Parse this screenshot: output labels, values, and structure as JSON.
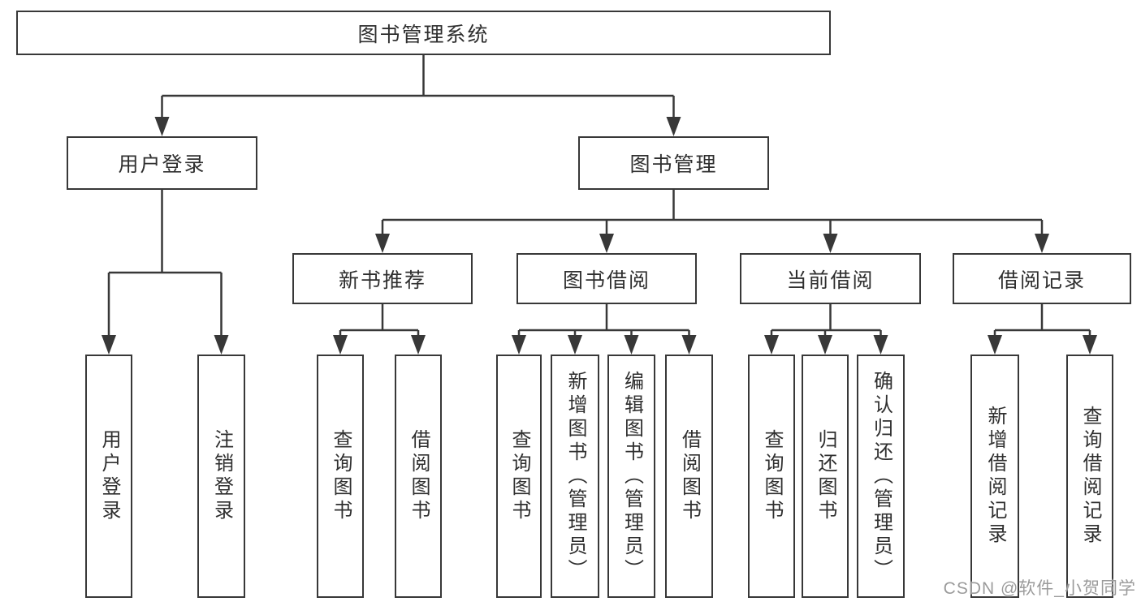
{
  "diagram": {
    "type": "org-tree",
    "root": {
      "label": "图书管理系统",
      "children": [
        {
          "label": "用户登录",
          "children": [
            {
              "label": "用户登录"
            },
            {
              "label": "注销登录"
            }
          ]
        },
        {
          "label": "图书管理",
          "children": [
            {
              "label": "新书推荐",
              "children": [
                {
                  "label": "查询图书"
                },
                {
                  "label": "借阅图书"
                }
              ]
            },
            {
              "label": "图书借阅",
              "children": [
                {
                  "label": "查询图书"
                },
                {
                  "label": "新增图书（管理员）"
                },
                {
                  "label": "编辑图书（管理员）"
                },
                {
                  "label": "借阅图书"
                }
              ]
            },
            {
              "label": "当前借阅",
              "children": [
                {
                  "label": "查询图书"
                },
                {
                  "label": "归还图书"
                },
                {
                  "label": "确认归还（管理员）"
                }
              ]
            },
            {
              "label": "借阅记录",
              "children": [
                {
                  "label": "新增借阅记录"
                },
                {
                  "label": "查询借阅记录"
                }
              ]
            }
          ]
        }
      ]
    },
    "watermark": "CSDN @软件_小贺同学",
    "colors": {
      "line": "#383838",
      "text": "#2f2f2f",
      "background": "#ffffff",
      "watermark": "#9b9b9b"
    }
  }
}
